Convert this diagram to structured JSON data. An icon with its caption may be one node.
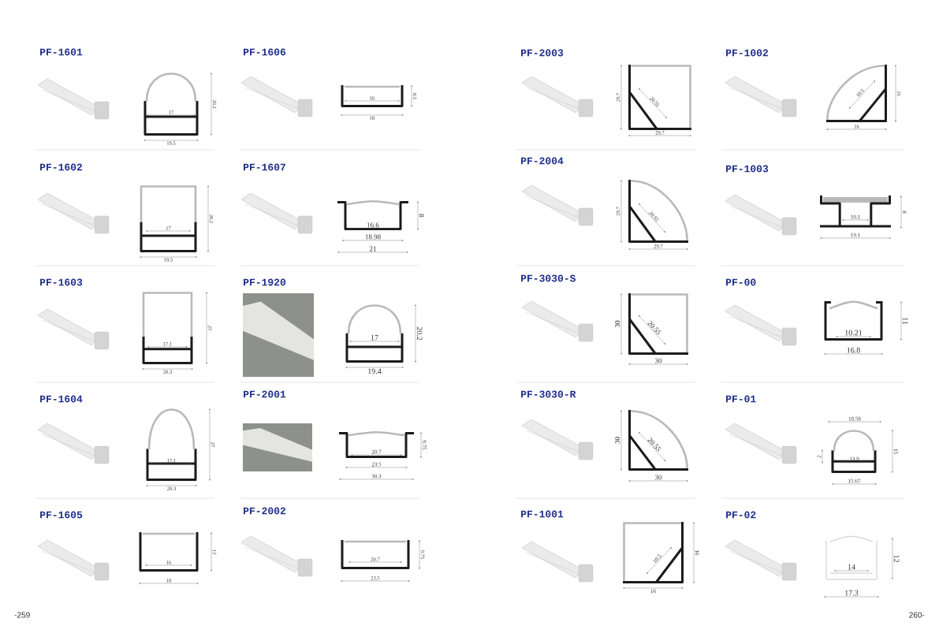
{
  "diagram": {
    "labels": [
      "PF-1601",
      "17",
      "20.2",
      "19.5",
      "PF-1606",
      "16",
      "8.5",
      "18",
      "PF-1602",
      "17",
      "20.2",
      "19.5",
      "PF-1607",
      "16.6",
      "8",
      "18.98",
      "21",
      "PF-1603",
      "17.1",
      "27",
      "20.3",
      "PF-1920",
      "17",
      "20.2",
      "19.4",
      "PF-1604",
      "17.1",
      "27",
      "20.3",
      "PF-2001",
      "20.7",
      "9.75",
      "23.5",
      "30.3",
      "PF-1605",
      "16",
      "13",
      "18",
      "PF-2002",
      "20.7",
      "9.75",
      "23.5",
      "PF-2003",
      "29.7",
      "20.55",
      "29.7",
      "PF-1002",
      "10.5",
      "16",
      "16",
      "PF-2004",
      "29.7",
      "20.55",
      "29.7",
      "PF-1003",
      "10.1",
      "8",
      "19.1",
      "PF-3030-S",
      "30",
      "20.55",
      "30",
      "PF-00",
      "11",
      "10.21",
      "16.8",
      "PF-3030-R",
      "30",
      "20.55",
      "30",
      "PF-01",
      "18.58",
      "2",
      "13.9",
      "15",
      "15.67",
      "PF-1001",
      "10.5",
      "16",
      "16",
      "PF-02",
      "14",
      "12",
      "17.3",
      "-259",
      "260-"
    ]
  }
}
